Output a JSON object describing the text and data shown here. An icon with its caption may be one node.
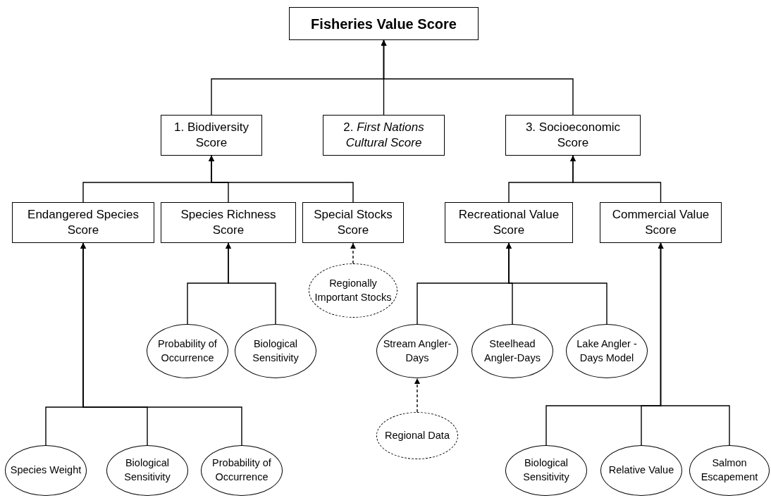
{
  "diagram": {
    "nodes": [
      {
        "text": [
          "Fisheries Value Score"
        ]
      },
      {
        "text": [
          "1. Biodiversity Score"
        ]
      },
      {
        "text": [
          "2. *First Nations Cultural Score*"
        ]
      },
      {
        "text": [
          "3. Socioeconomic Score"
        ]
      },
      {
        "text": [
          "Endangered Species Score"
        ]
      },
      {
        "text": [
          "Species Richness Score"
        ]
      },
      {
        "text": [
          "Special Stocks Score"
        ]
      },
      {
        "text": [
          "Recreational Value Score"
        ]
      },
      {
        "text": [
          "Commercial Value Score"
        ]
      },
      {
        "text": [
          "Regionally Important Stocks"
        ]
      },
      {
        "text": [
          "Probability of Occurrence"
        ]
      },
      {
        "text": [
          "Biological Sensitivity"
        ]
      },
      {
        "text": [
          "Stream Angler-Days"
        ]
      },
      {
        "text": [
          "Steelhead Angler-Days"
        ]
      },
      {
        "text": [
          "Lake Angler -Days Model"
        ]
      },
      {
        "text": [
          "Regional Data"
        ]
      },
      {
        "text": [
          "Species Weight"
        ]
      },
      {
        "text": [
          "Biological Sensitivity"
        ]
      },
      {
        "text": [
          "Probability of Occurrence"
        ]
      },
      {
        "text": [
          "Biological Sensitivity"
        ]
      },
      {
        "text": [
          "Relative Value"
        ]
      },
      {
        "text": [
          "Salmon Escapement"
        ]
      }
    ],
    "edges": [
      {
        "from": 1,
        "to": 0,
        "arrow": "to"
      },
      {
        "from": 2,
        "to": 0,
        "arrow": "to"
      },
      {
        "from": 3,
        "to": 0,
        "arrow": "to"
      },
      {
        "from": 4,
        "to": 1,
        "arrow": "to"
      },
      {
        "from": 5,
        "to": 1,
        "arrow": "to"
      },
      {
        "from": 6,
        "to": 1,
        "arrow": "to"
      },
      {
        "from": 7,
        "to": 3,
        "arrow": "to"
      },
      {
        "from": 8,
        "to": 3,
        "arrow": "to"
      },
      {
        "from": 9,
        "to": 6,
        "arrow": "to",
        "style": "dashed"
      },
      {
        "from": 10,
        "to": 5,
        "arrow": "to"
      },
      {
        "from": 11,
        "to": 5,
        "arrow": "to"
      },
      {
        "from": 12,
        "to": 7,
        "arrow": "to"
      },
      {
        "from": 13,
        "to": 7,
        "arrow": "to"
      },
      {
        "from": 14,
        "to": 7,
        "arrow": "to"
      },
      {
        "from": 15,
        "to": 12,
        "arrow": "to",
        "style": "dashed"
      },
      {
        "from": 16,
        "to": 4,
        "arrow": "to"
      },
      {
        "from": 17,
        "to": 4,
        "arrow": "to"
      },
      {
        "from": 18,
        "to": 4,
        "arrow": "to"
      },
      {
        "from": 19,
        "to": 8,
        "arrow": "to"
      },
      {
        "from": 20,
        "to": 8,
        "arrow": "to"
      },
      {
        "from": 21,
        "to": 8,
        "arrow": "to"
      }
    ]
  }
}
